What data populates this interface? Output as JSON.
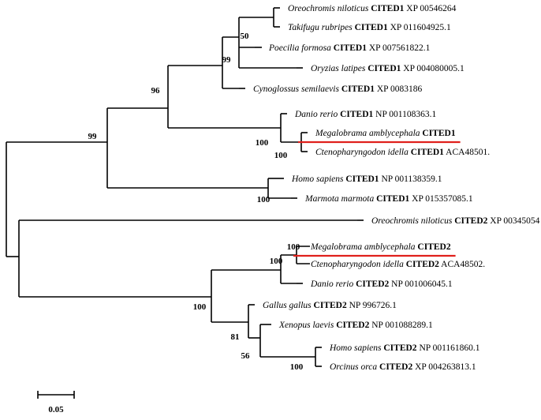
{
  "colors": {
    "branch": "#000000",
    "highlight": "#e0201c",
    "text": "#000000"
  },
  "tree": {
    "leaves": [
      {
        "species": "Oreochromis niloticus",
        "gene": "CITED1",
        "accession": "XP 00546264"
      },
      {
        "species": "Takifugu rubripes",
        "gene": "CITED1",
        "accession": "XP 011604925.1"
      },
      {
        "species": "Poecilia formosa",
        "gene": "CITED1",
        "accession": "XP 007561822.1"
      },
      {
        "species": "Oryzias latipes",
        "gene": "CITED1",
        "accession": "XP 004080005.1"
      },
      {
        "species": "Cynoglossus semilaevis",
        "gene": "CITED1",
        "accession": "XP 0083186"
      },
      {
        "species": "Danio rerio",
        "gene": "CITED1",
        "accession": "NP 001108363.1"
      },
      {
        "species": "Megalobrama amblycephala",
        "gene": "CITED1",
        "accession": "",
        "highlight": true
      },
      {
        "species": "Ctenopharyngodon idella",
        "gene": "CITED1",
        "accession": "ACA48501."
      },
      {
        "species": "Homo sapiens",
        "gene": "CITED1",
        "accession": "NP 001138359.1"
      },
      {
        "species": "Marmota marmota",
        "gene": "CITED1",
        "accession": "XP 015357085.1"
      },
      {
        "species": "Oreochromis niloticus",
        "gene": "CITED2",
        "accession": "XP 00345054"
      },
      {
        "species": "Megalobrama amblycephala",
        "gene": "CITED2",
        "accession": "",
        "highlight": true
      },
      {
        "species": "Ctenopharyngodon idella",
        "gene": "CITED2",
        "accession": "ACA48502."
      },
      {
        "species": "Danio rerio",
        "gene": "CITED2",
        "accession": "NP 001006045.1"
      },
      {
        "species": "Gallus gallus",
        "gene": "CITED2",
        "accession": "NP 996726.1"
      },
      {
        "species": "Xenopus laevis",
        "gene": "CITED2",
        "accession": "NP 001088289.1"
      },
      {
        "species": "Homo sapiens",
        "gene": "CITED2",
        "accession": "NP 001161860.1"
      },
      {
        "species": "Orcinus orca",
        "gene": "CITED2",
        "accession": "XP 004263813.1"
      }
    ],
    "bootstrap": [
      "50",
      "99",
      "96",
      "99",
      "100",
      "100",
      "100",
      "100",
      "100",
      "100",
      "81",
      "56",
      "100"
    ],
    "scale_bar": {
      "label": "0.05"
    }
  }
}
